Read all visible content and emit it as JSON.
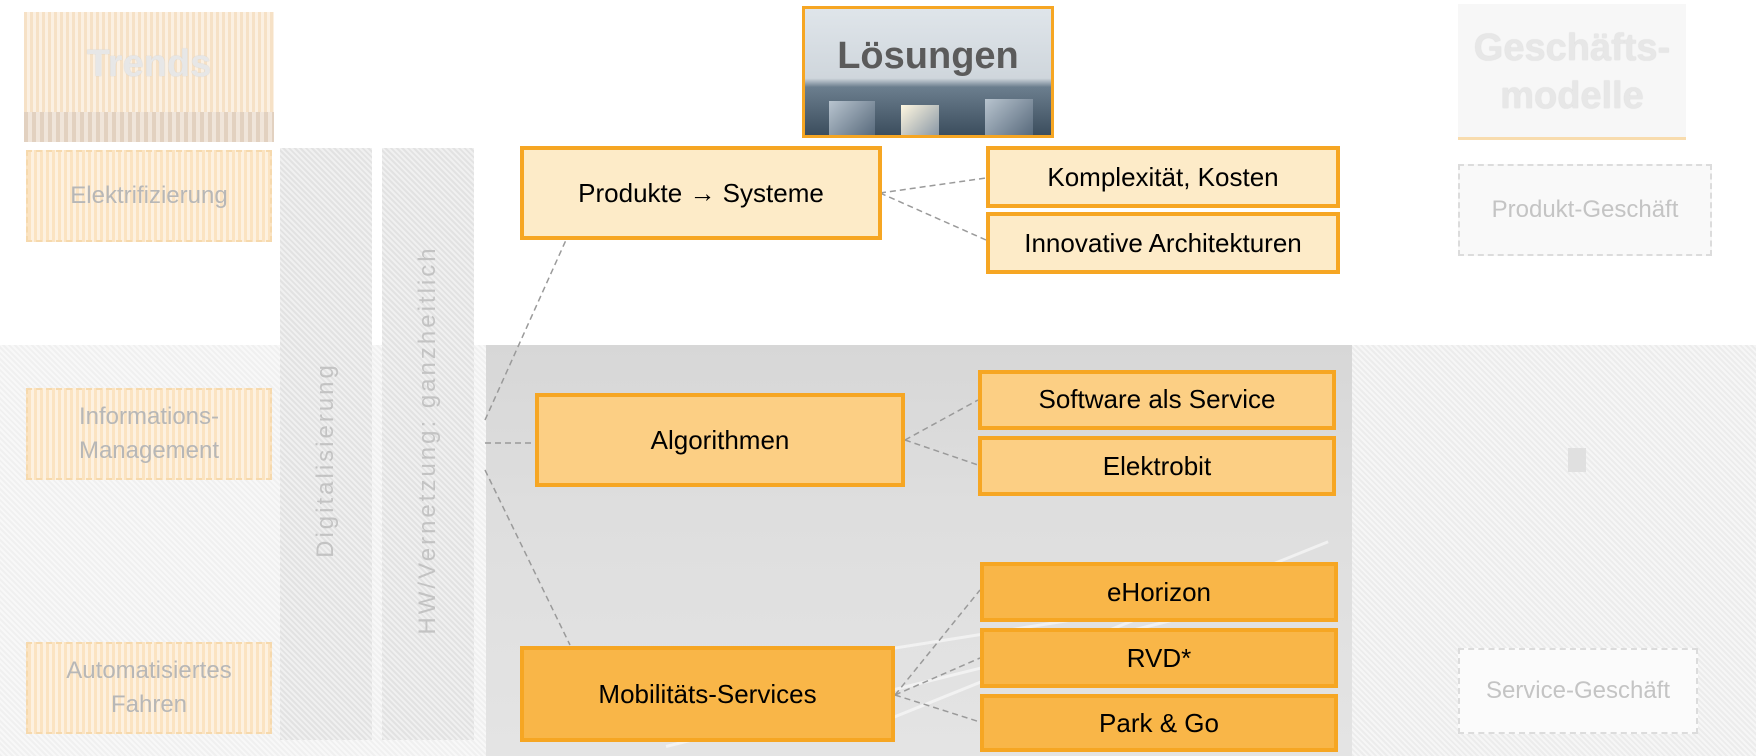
{
  "columns": {
    "trends": "Trends",
    "loesungen": "Lösungen",
    "geschaeftsmodelle_line1": "Geschäfts-",
    "geschaeftsmodelle_line2": "modelle"
  },
  "trends": {
    "elektrifizierung": "Elektrifizierung",
    "informations_line1": "Informations-",
    "informations_line2": "Management",
    "automatisiert_line1": "Automatisiertes",
    "automatisiert_line2": "Fahren"
  },
  "vertical": {
    "digital_line1": "Digitalisierung",
    "digital_line2": "Digitalisierung",
    "vernetzung_line1": "HW/Vernetzung: ganzheitlich",
    "vernetzung_line2": "HW/Vernetzung: ganzheitlich"
  },
  "solutions": {
    "produkte": "Produkte → Systeme",
    "komplexitaet": "Komplexität, Kosten",
    "architekturen": "Innovative Architekturen",
    "algorithmen": "Algorithmen",
    "software_service": "Software als Service",
    "elektrobit": "Elektrobit",
    "mobilitaet": "Mobilitäts-Services",
    "ehorizon": "eHorizon",
    "rvd": "RVD*",
    "park_go": "Park & Go"
  },
  "business": {
    "produkt": "Produkt-Geschäft",
    "service": "Service-Geschäft"
  },
  "colors": {
    "accent": "#f6a623",
    "light_fill": "#fdebc8",
    "mid_fill": "#fccf84",
    "dark_fill": "#f9b648"
  }
}
